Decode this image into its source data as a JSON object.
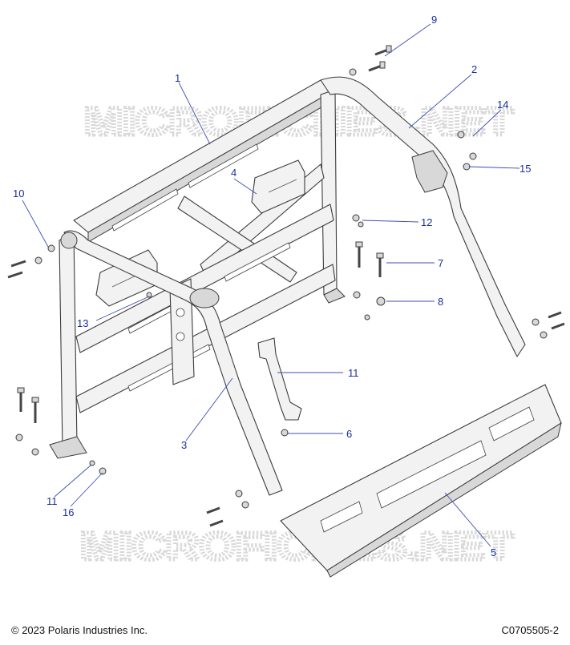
{
  "watermark": "MICROFICHES.NET",
  "footer": {
    "copyright": "© 2023 Polaris Industries Inc.",
    "drawing_code": "C0705505-2"
  },
  "colors": {
    "callout": "#1a2ea0",
    "leader": "#3a4fb0",
    "line": "#3c3c3c"
  },
  "callouts": [
    "9",
    "1",
    "2",
    "14",
    "15",
    "4",
    "10",
    "12",
    "7",
    "8",
    "13",
    "11",
    "3",
    "6",
    "11",
    "16",
    "5"
  ]
}
